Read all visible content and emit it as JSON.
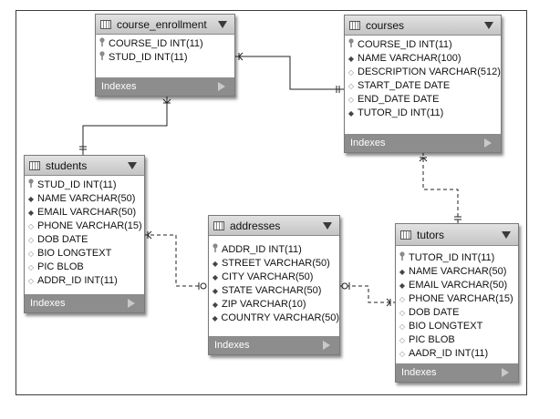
{
  "tables": {
    "course_enrollment": {
      "title": "course_enrollment",
      "columns": [
        {
          "marker": "key",
          "text": "COURSE_ID INT(11)"
        },
        {
          "marker": "key",
          "text": "STUD_ID INT(11)"
        }
      ],
      "indexes_label": "Indexes"
    },
    "courses": {
      "title": "courses",
      "columns": [
        {
          "marker": "key",
          "text": "COURSE_ID INT(11)"
        },
        {
          "marker": "fill",
          "text": "NAME VARCHAR(100)"
        },
        {
          "marker": "hollow",
          "text": "DESCRIPTION VARCHAR(512)"
        },
        {
          "marker": "hollow",
          "text": "START_DATE DATE"
        },
        {
          "marker": "hollow",
          "text": "END_DATE DATE"
        },
        {
          "marker": "fill",
          "text": "TUTOR_ID INT(11)"
        }
      ],
      "indexes_label": "Indexes"
    },
    "students": {
      "title": "students",
      "columns": [
        {
          "marker": "key",
          "text": "STUD_ID INT(11)"
        },
        {
          "marker": "fill",
          "text": "NAME VARCHAR(50)"
        },
        {
          "marker": "fill",
          "text": "EMAIL VARCHAR(50)"
        },
        {
          "marker": "hollow",
          "text": "PHONE VARCHAR(15)"
        },
        {
          "marker": "hollow",
          "text": "DOB DATE"
        },
        {
          "marker": "hollow",
          "text": "BIO LONGTEXT"
        },
        {
          "marker": "hollow",
          "text": "PIC BLOB"
        },
        {
          "marker": "hollow",
          "text": "ADDR_ID INT(11)"
        }
      ],
      "indexes_label": "Indexes"
    },
    "addresses": {
      "title": "addresses",
      "columns": [
        {
          "marker": "key",
          "text": "ADDR_ID INT(11)"
        },
        {
          "marker": "fill",
          "text": "STREET VARCHAR(50)"
        },
        {
          "marker": "fill",
          "text": "CITY VARCHAR(50)"
        },
        {
          "marker": "fill",
          "text": "STATE VARCHAR(50)"
        },
        {
          "marker": "fill",
          "text": "ZIP VARCHAR(10)"
        },
        {
          "marker": "fill",
          "text": "COUNTRY VARCHAR(50)"
        }
      ],
      "indexes_label": "Indexes"
    },
    "tutors": {
      "title": "tutors",
      "columns": [
        {
          "marker": "key",
          "text": "TUTOR_ID INT(11)"
        },
        {
          "marker": "fill",
          "text": "NAME VARCHAR(50)"
        },
        {
          "marker": "fill",
          "text": "EMAIL VARCHAR(50)"
        },
        {
          "marker": "hollow",
          "text": "PHONE VARCHAR(15)"
        },
        {
          "marker": "hollow",
          "text": "DOB DATE"
        },
        {
          "marker": "hollow",
          "text": "BIO LONGTEXT"
        },
        {
          "marker": "hollow",
          "text": "PIC BLOB"
        },
        {
          "marker": "hollow",
          "text": "AADR_ID INT(11)"
        }
      ],
      "indexes_label": "Indexes"
    }
  }
}
